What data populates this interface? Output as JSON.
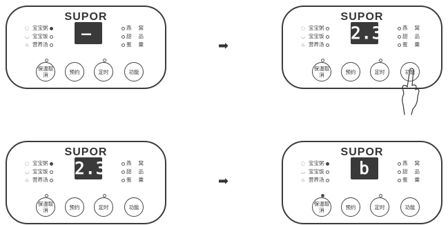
{
  "brand": "SUPOR",
  "arrow_glyph": "➡",
  "menus_left": [
    {
      "label": "宝宝粥",
      "icon": "rice-bowl-icon"
    },
    {
      "label": "宝宝饭",
      "icon": "bowl-icon"
    },
    {
      "label": "营养汤",
      "icon": "soup-icon"
    }
  ],
  "menus_right": [
    {
      "label1": "燕",
      "label2": "窝"
    },
    {
      "label1": "甜",
      "label2": "品"
    },
    {
      "label1": "蛋",
      "label2": "羹"
    }
  ],
  "buttons": {
    "keep_warm": "保温取消",
    "reserve": "预约",
    "timer": "定时",
    "function": "功能"
  },
  "panels": [
    {
      "display": "– –",
      "state": "idle"
    },
    {
      "display": "2.3",
      "state": "pressing-function"
    },
    {
      "display": "2.3",
      "state": "selected"
    },
    {
      "display": "b",
      "state": "result"
    }
  ],
  "colors": {
    "outline": "#3a3a3a",
    "display_bg": "#3a3a3a",
    "display_text": "#ffffff"
  }
}
